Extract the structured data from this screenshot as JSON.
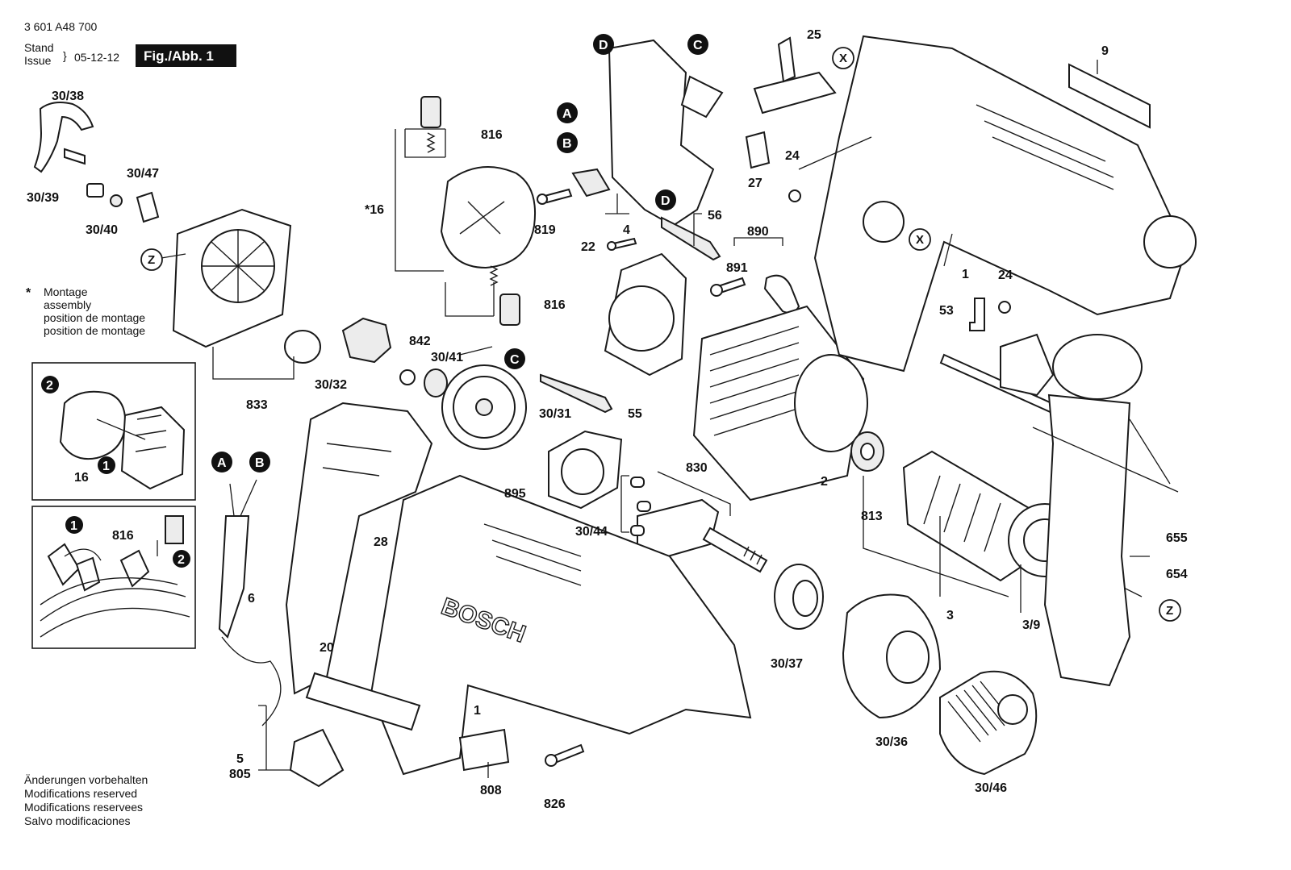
{
  "header": {
    "part_number": "3 601 A48 700",
    "stand": "Stand",
    "issue": "Issue",
    "date": "05-12-12",
    "figure": "Fig./Abb. 1"
  },
  "assembly_note": {
    "star": "*",
    "line1": "Montage",
    "line2": "assembly",
    "line3": "position de montage",
    "line4": "position de montage"
  },
  "footer": {
    "line1": "Änderungen vorbehalten",
    "line2": "Modifications reserved",
    "line3": "Modifications reservees",
    "line4": "Salvo modificaciones"
  },
  "brand_on_housing": "BOSCH",
  "callouts": {
    "A": "A",
    "B": "B",
    "C": "C",
    "D": "D",
    "X": "X",
    "Z": "Z",
    "one": "1",
    "two": "2"
  },
  "labels": {
    "p30_38": "30/38",
    "p30_47": "30/47",
    "p30_39": "30/39",
    "p30_40": "30/40",
    "p16": "*16",
    "p816a": "816",
    "p816b": "816",
    "p816c": "816",
    "p819": "819",
    "p4": "4",
    "p22": "22",
    "p56": "56",
    "p890": "890",
    "p891": "891",
    "p25": "25",
    "p27": "27",
    "p24a": "24",
    "p24b": "24",
    "p9": "9",
    "p1a": "1",
    "p53": "53",
    "p842": "842",
    "p30_41": "30/41",
    "p30_32": "30/32",
    "p833": "833",
    "p30_31": "30/31",
    "p55": "55",
    "p2": "2",
    "p813": "813",
    "p830": "830",
    "p895": "895",
    "p30_44": "30/44",
    "p28": "28",
    "p6": "6",
    "p20": "20",
    "p1b": "1",
    "p16b": "16",
    "p30_37": "30/37",
    "p3": "3",
    "p3_9": "3/9",
    "p655": "655",
    "p654": "654",
    "p30_36": "30/36",
    "p30_46": "30/46",
    "p5": "5",
    "p805": "805",
    "p808": "808",
    "p826": "826"
  }
}
